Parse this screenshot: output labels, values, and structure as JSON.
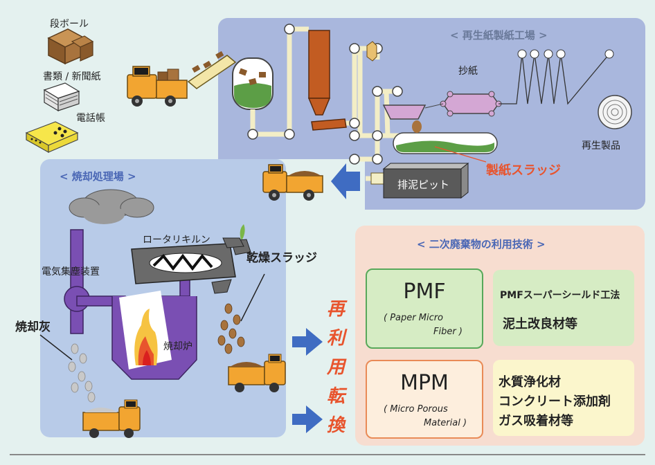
{
  "colors": {
    "background": "#e4f1ef",
    "paper_mill_panel": "#a9b7dd",
    "incineration_panel": "#b8cbe8",
    "secondary_panel": "#f7ddd0",
    "pmf_box": "#d6ecc4",
    "pmf_border": "#58a85a",
    "mpm_box": "#fdeedd",
    "mpm_border": "#e98a56",
    "use_box": "#fbf6cc",
    "accent_red": "#e8542d",
    "heading_blue": "#4a67b5",
    "arrow_blue": "#3f6cc2",
    "truck_orange": "#f2a531",
    "pipe_orange": "#c25c22",
    "purple": "#7a4fb3"
  },
  "inputs": {
    "cardboard": "段ボール",
    "documents_newspaper": "書類 / 新聞紙",
    "phonebook": "電話帳"
  },
  "paper_mill": {
    "heading": "< 再生紙製紙工場 >",
    "papermaking": "抄紙",
    "recycled_products": "再生製品",
    "sludge": "製紙スラッジ",
    "drain_pit": "排泥ピット"
  },
  "incineration": {
    "heading": "< 焼却処理場 >",
    "rotary_kiln": "ロータリキルン",
    "dust_collector": "電気集塵装置",
    "dried_sludge": "乾燥スラッジ",
    "ash": "焼却灰",
    "furnace": "焼却炉"
  },
  "reuse": {
    "chars": [
      "再",
      "利",
      "用",
      "転",
      "換"
    ]
  },
  "secondary": {
    "heading": "< 二次廃棄物の利用技術 >",
    "pmf": {
      "title": "PMF",
      "desc_line1": "( Paper Micro",
      "desc_line2": "Fiber )"
    },
    "pmf_use": {
      "line1": "PMFスーパーシールド工法",
      "line2": "泥土改良材等"
    },
    "mpm": {
      "title": "MPM",
      "desc_line1": "( Micro Porous",
      "desc_line2": "Material )"
    },
    "mpm_use": {
      "line1": "水質浄化材",
      "line2": "コンクリート添加剤",
      "line3": "ガス吸着材等"
    }
  }
}
